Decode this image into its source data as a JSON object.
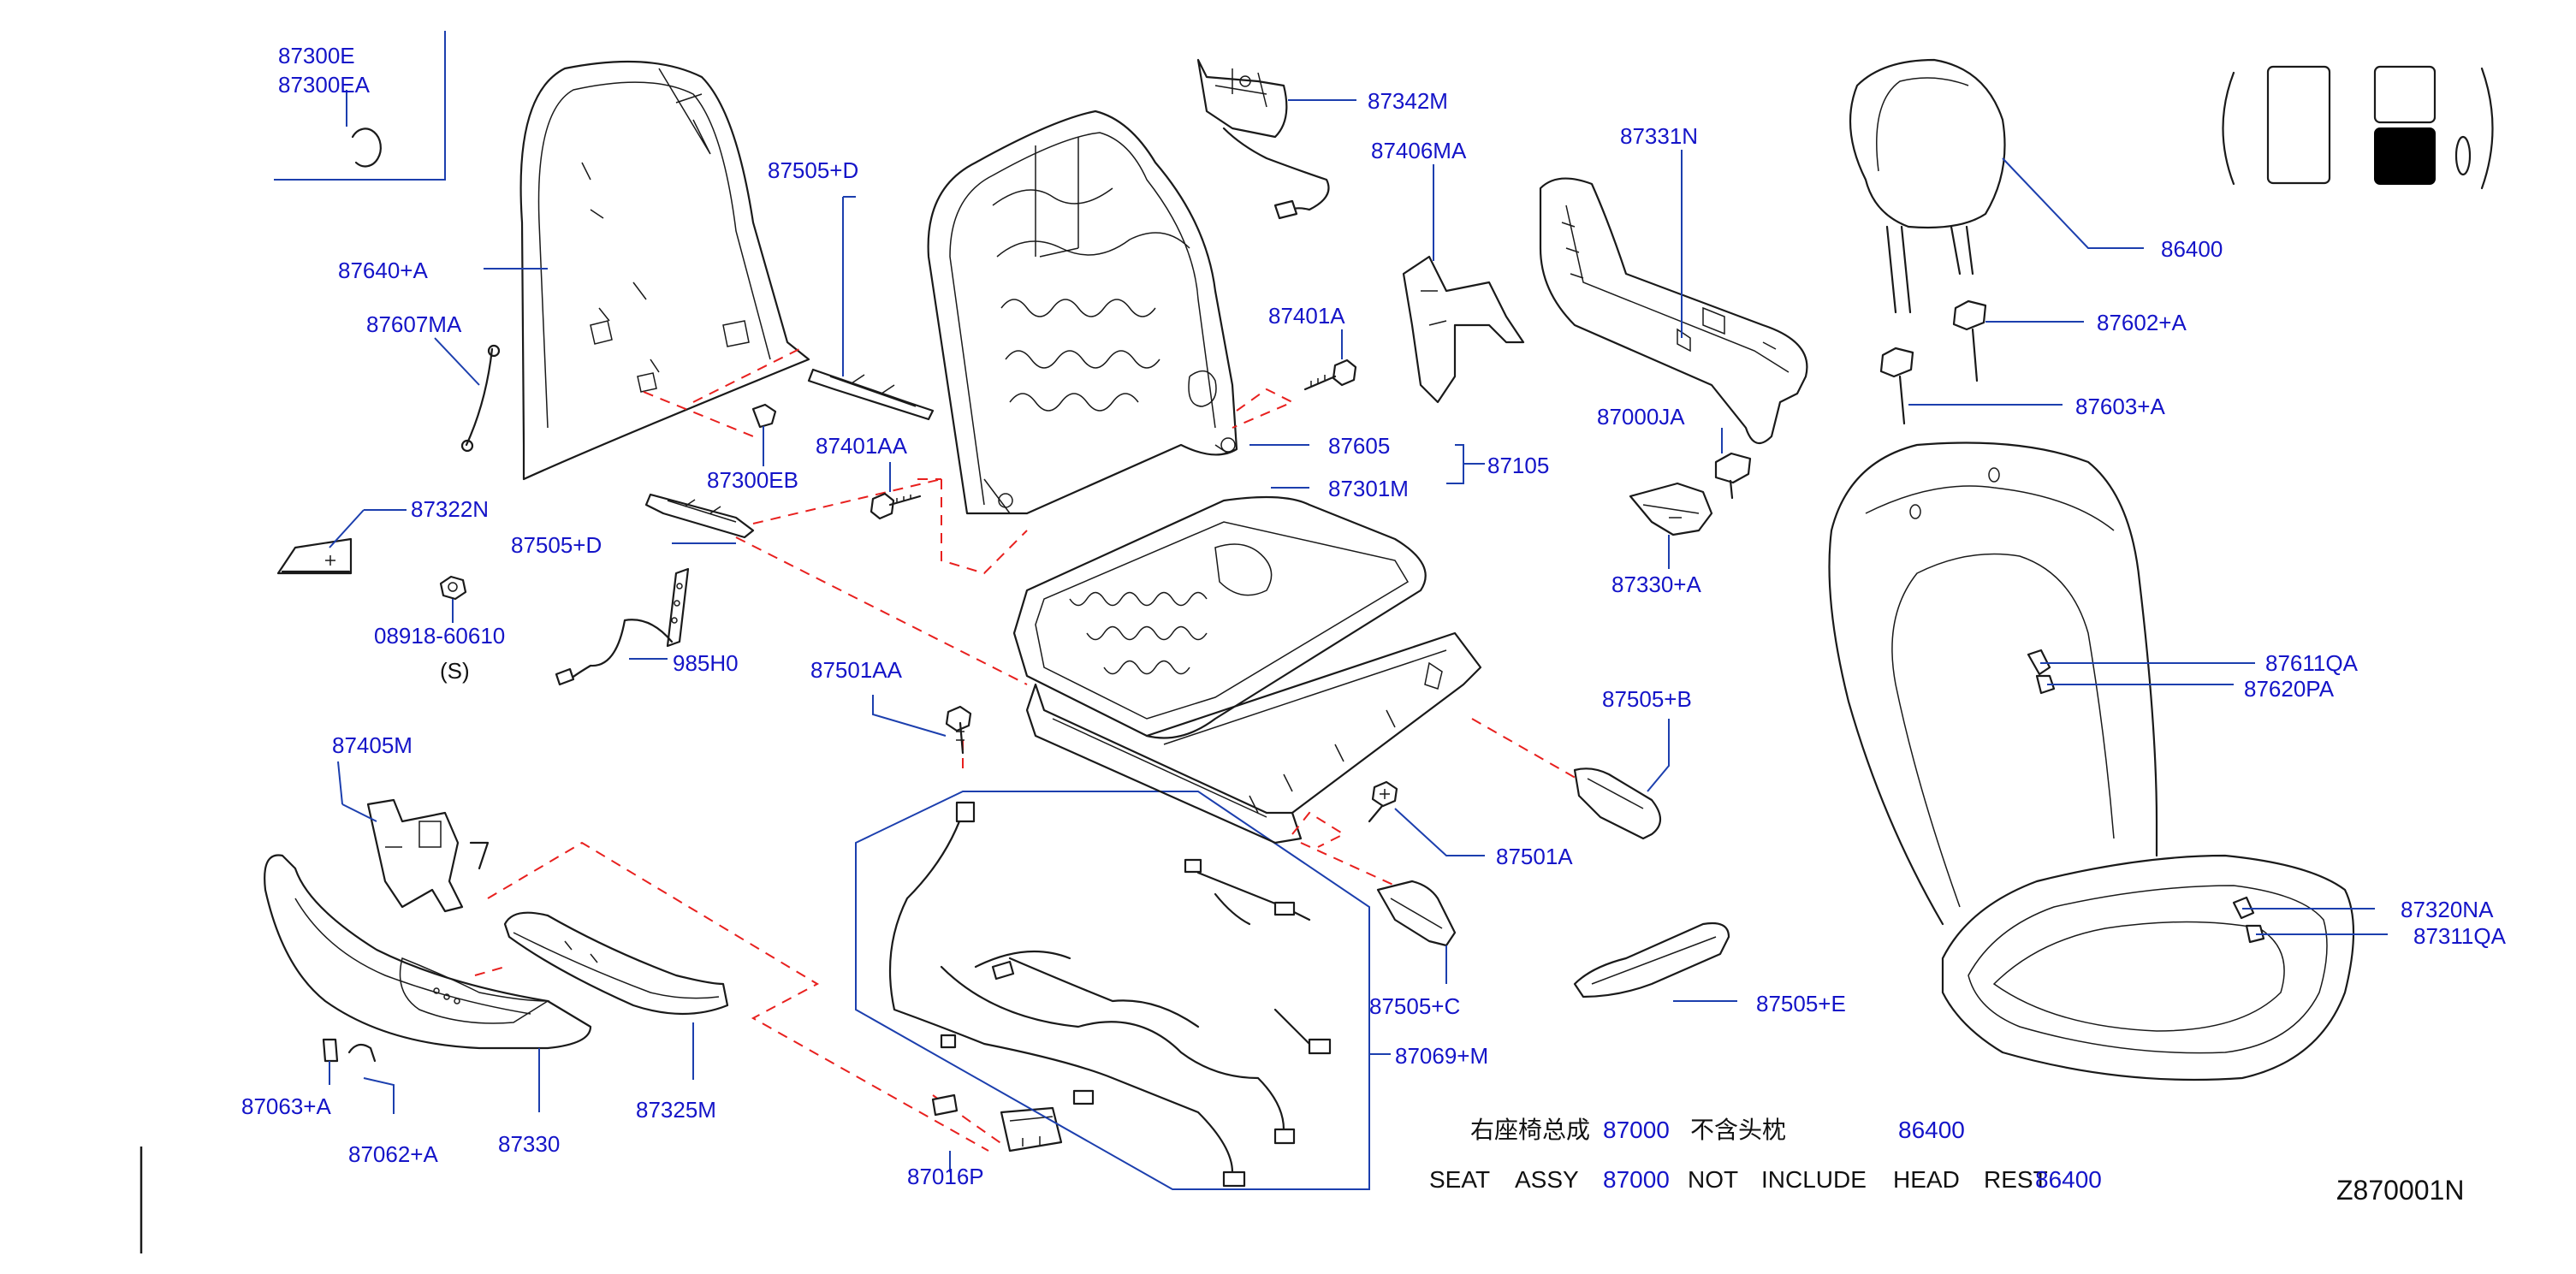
{
  "labels": {
    "p87300E": "87300E",
    "p87300EA": "87300EA",
    "p87640A": "87640+A",
    "p87607MA": "87607MA",
    "p87322N": "87322N",
    "p08918": "08918-60610",
    "pS": "(S)",
    "p985H0": "985H0",
    "p87505D_top": "87505+D",
    "p87300EB": "87300EB",
    "p87505D_bot": "87505+D",
    "p87401AA": "87401AA",
    "p87501AA": "87501AA",
    "p87405M": "87405M",
    "p87063A": "87063+A",
    "p87062A": "87062+A",
    "p87330": "87330",
    "p87325M": "87325M",
    "p87016P": "87016P",
    "p87069M": "87069+M",
    "p87342M": "87342M",
    "p87406MA": "87406MA",
    "p87401A": "87401A",
    "p87605": "87605",
    "p87105": "87105",
    "p87301M": "87301M",
    "p87501A": "87501A",
    "p87505C": "87505+C",
    "p87505E": "87505+E",
    "p87331N": "87331N",
    "p87000JA": "87000JA",
    "p87330A": "87330+A",
    "p87505B": "87505+B",
    "p86400": "86400",
    "p87602A": "87602+A",
    "p87603A": "87603+A",
    "p87611QA": "87611QA",
    "p87620PA": "87620PA",
    "p87320NA": "87320NA",
    "p87311QA": "87311QA"
  },
  "notes": {
    "cn_prefix": "右座椅总成",
    "cn_part": "87000",
    "cn_suffix": "不含头枕",
    "cn_headrest": "86400",
    "en_seat": "SEAT",
    "en_assy": "ASSY",
    "en_part": "87000",
    "en_not": "NOT",
    "en_include": "INCLUDE",
    "en_head": "HEAD",
    "en_rest": "REST",
    "en_headrest": "86400"
  },
  "diagram_code": "Z870001N",
  "colors": {
    "label": "#1414c8",
    "leader": "#1c3fae",
    "dashed_guide": "#e8201e",
    "outline": "#1a1a1a"
  }
}
